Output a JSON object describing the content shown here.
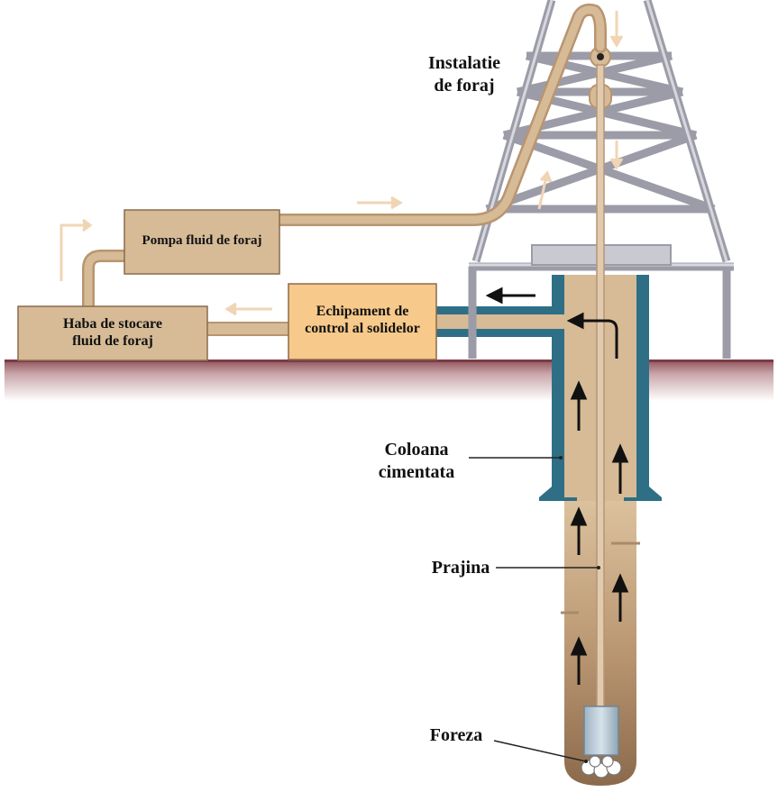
{
  "labels": {
    "rig_line1": "Instalatie",
    "rig_line2": "de foraj",
    "pump": "Pompa fluid de foraj",
    "tank_line1": "Haba de stocare",
    "tank_line2": "fluid de foraj",
    "solids_line1": "Echipament de",
    "solids_line2": "control al solidelor",
    "casing_line1": "Coloana",
    "casing_line2": "cimentata",
    "pipe": "Prajina",
    "bit": "Foreza"
  },
  "colors": {
    "ground": "#8a4a52",
    "mud": "#d6bb96",
    "casing": "#2f6f86",
    "derrick": "#a9a9b4",
    "solids_box": "#f7c98a",
    "flow_arrow": "#f0d5b5"
  }
}
